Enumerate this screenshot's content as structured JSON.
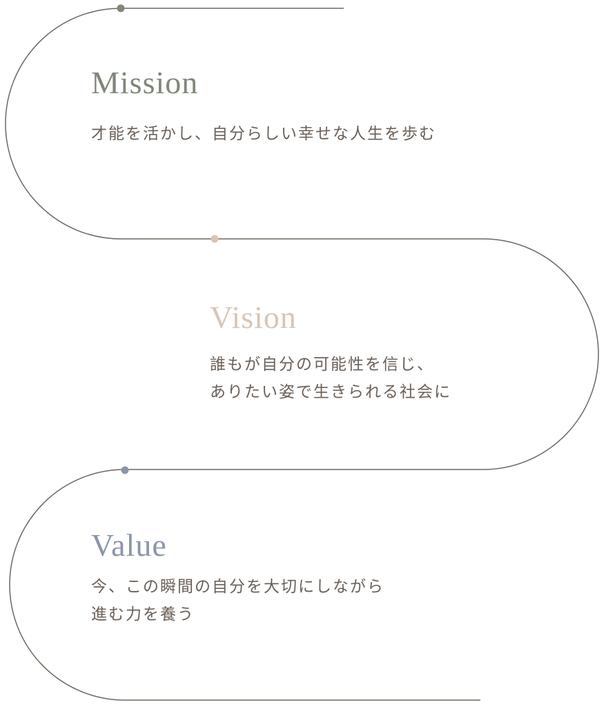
{
  "colors": {
    "line": "#6e665e",
    "mission": "#7f8878",
    "vision": "#d9c5b3",
    "value": "#8b94ae",
    "text": "#6b6058"
  },
  "sections": [
    {
      "title": "Mission",
      "lines": [
        "才能を活かし、自分らしい幸せな人生を歩む"
      ]
    },
    {
      "title": "Vision",
      "lines": [
        "誰もが自分の可能性を信じ、",
        "ありたい姿で生きられる社会に"
      ]
    },
    {
      "title": "Value",
      "lines": [
        "今、この瞬間の自分を大切にしながら",
        "進む力を養う"
      ]
    }
  ]
}
